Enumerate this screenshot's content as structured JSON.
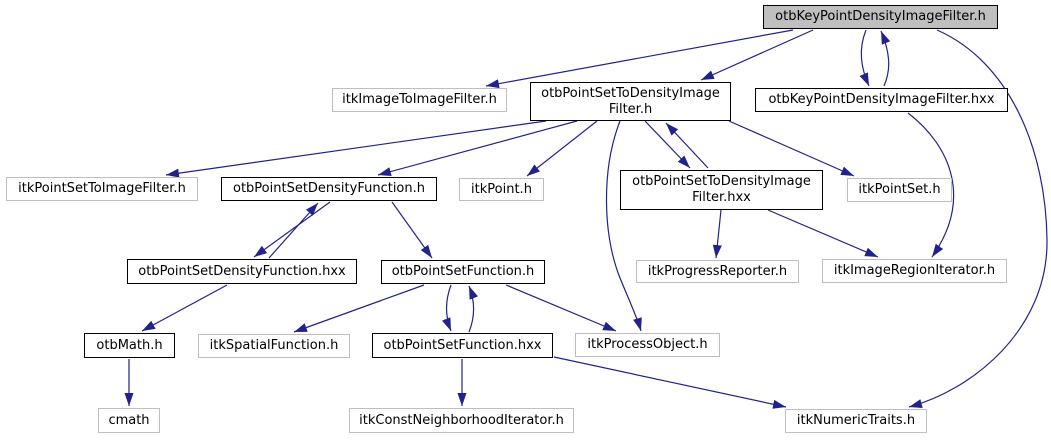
{
  "diagram": {
    "kind": "include-dependency-graph",
    "root_file": "otbKeyPointDensityImageFilter.h"
  },
  "colors": {
    "background": "#ffffff",
    "edge": "#22228c",
    "root_fill": "#bfbfbf",
    "internal_border": "#000000",
    "external_border": "#bebebe",
    "text": "#000000"
  },
  "nodes": [
    {
      "id": "keypoint_h",
      "kind": "root",
      "lines": [
        "otbKeyPointDensityImageFilter.h"
      ]
    },
    {
      "id": "itkimagetoimage",
      "kind": "external",
      "lines": [
        "itkImageToImageFilter.h"
      ]
    },
    {
      "id": "pstdif_h",
      "kind": "internal",
      "lines": [
        "otbPointSetToDensityImage",
        "Filter.h"
      ]
    },
    {
      "id": "keypoint_hxx",
      "kind": "internal",
      "lines": [
        "otbKeyPointDensityImageFilter.hxx"
      ]
    },
    {
      "id": "itkpointsettoimage",
      "kind": "external",
      "lines": [
        "itkPointSetToImageFilter.h"
      ]
    },
    {
      "id": "psdf_h",
      "kind": "internal",
      "lines": [
        "otbPointSetDensityFunction.h"
      ]
    },
    {
      "id": "itkpoint",
      "kind": "external",
      "lines": [
        "itkPoint.h"
      ]
    },
    {
      "id": "pstdif_hxx",
      "kind": "internal",
      "lines": [
        "otbPointSetToDensityImage",
        "Filter.hxx"
      ]
    },
    {
      "id": "itkpointset",
      "kind": "external",
      "lines": [
        "itkPointSet.h"
      ]
    },
    {
      "id": "psdf_hxx",
      "kind": "internal",
      "lines": [
        "otbPointSetDensityFunction.hxx"
      ]
    },
    {
      "id": "psf_h",
      "kind": "internal",
      "lines": [
        "otbPointSetFunction.h"
      ]
    },
    {
      "id": "itkprogress",
      "kind": "external",
      "lines": [
        "itkProgressReporter.h"
      ]
    },
    {
      "id": "itkimageregion",
      "kind": "external",
      "lines": [
        "itkImageRegionIterator.h"
      ]
    },
    {
      "id": "otbmath",
      "kind": "internal",
      "lines": [
        "otbMath.h"
      ]
    },
    {
      "id": "itkspatial",
      "kind": "external",
      "lines": [
        "itkSpatialFunction.h"
      ]
    },
    {
      "id": "psf_hxx",
      "kind": "internal",
      "lines": [
        "otbPointSetFunction.hxx"
      ]
    },
    {
      "id": "itkprocess",
      "kind": "external",
      "lines": [
        "itkProcessObject.h"
      ]
    },
    {
      "id": "cmath",
      "kind": "external",
      "lines": [
        "cmath"
      ]
    },
    {
      "id": "itkconstneigh",
      "kind": "external",
      "lines": [
        "itkConstNeighborhoodIterator.h"
      ]
    },
    {
      "id": "itknumeric",
      "kind": "external",
      "lines": [
        "itkNumericTraits.h"
      ]
    }
  ],
  "edges": [
    {
      "from": "keypoint_h",
      "to": "itkimagetoimage"
    },
    {
      "from": "keypoint_h",
      "to": "pstdif_h"
    },
    {
      "from": "keypoint_h",
      "to": "keypoint_hxx"
    },
    {
      "from": "keypoint_hxx",
      "to": "keypoint_h"
    },
    {
      "from": "keypoint_h",
      "to": "itknumeric"
    },
    {
      "from": "keypoint_hxx",
      "to": "itkimageregion"
    },
    {
      "from": "pstdif_h",
      "to": "itkpointsettoimage"
    },
    {
      "from": "pstdif_h",
      "to": "psdf_h"
    },
    {
      "from": "pstdif_h",
      "to": "itkpoint"
    },
    {
      "from": "pstdif_h",
      "to": "itkprocess"
    },
    {
      "from": "pstdif_h",
      "to": "pstdif_hxx"
    },
    {
      "from": "pstdif_hxx",
      "to": "pstdif_h"
    },
    {
      "from": "pstdif_h",
      "to": "itkpointset"
    },
    {
      "from": "pstdif_hxx",
      "to": "itkprogress"
    },
    {
      "from": "pstdif_hxx",
      "to": "itkimageregion"
    },
    {
      "from": "psdf_h",
      "to": "psdf_hxx"
    },
    {
      "from": "psdf_hxx",
      "to": "psdf_h"
    },
    {
      "from": "psdf_h",
      "to": "psf_h"
    },
    {
      "from": "psdf_hxx",
      "to": "otbmath"
    },
    {
      "from": "otbmath",
      "to": "cmath"
    },
    {
      "from": "psf_h",
      "to": "itkspatial"
    },
    {
      "from": "psf_h",
      "to": "psf_hxx"
    },
    {
      "from": "psf_hxx",
      "to": "psf_h"
    },
    {
      "from": "psf_h",
      "to": "itkprocess"
    },
    {
      "from": "psf_hxx",
      "to": "itkconstneigh"
    },
    {
      "from": "psf_hxx",
      "to": "itknumeric"
    }
  ]
}
